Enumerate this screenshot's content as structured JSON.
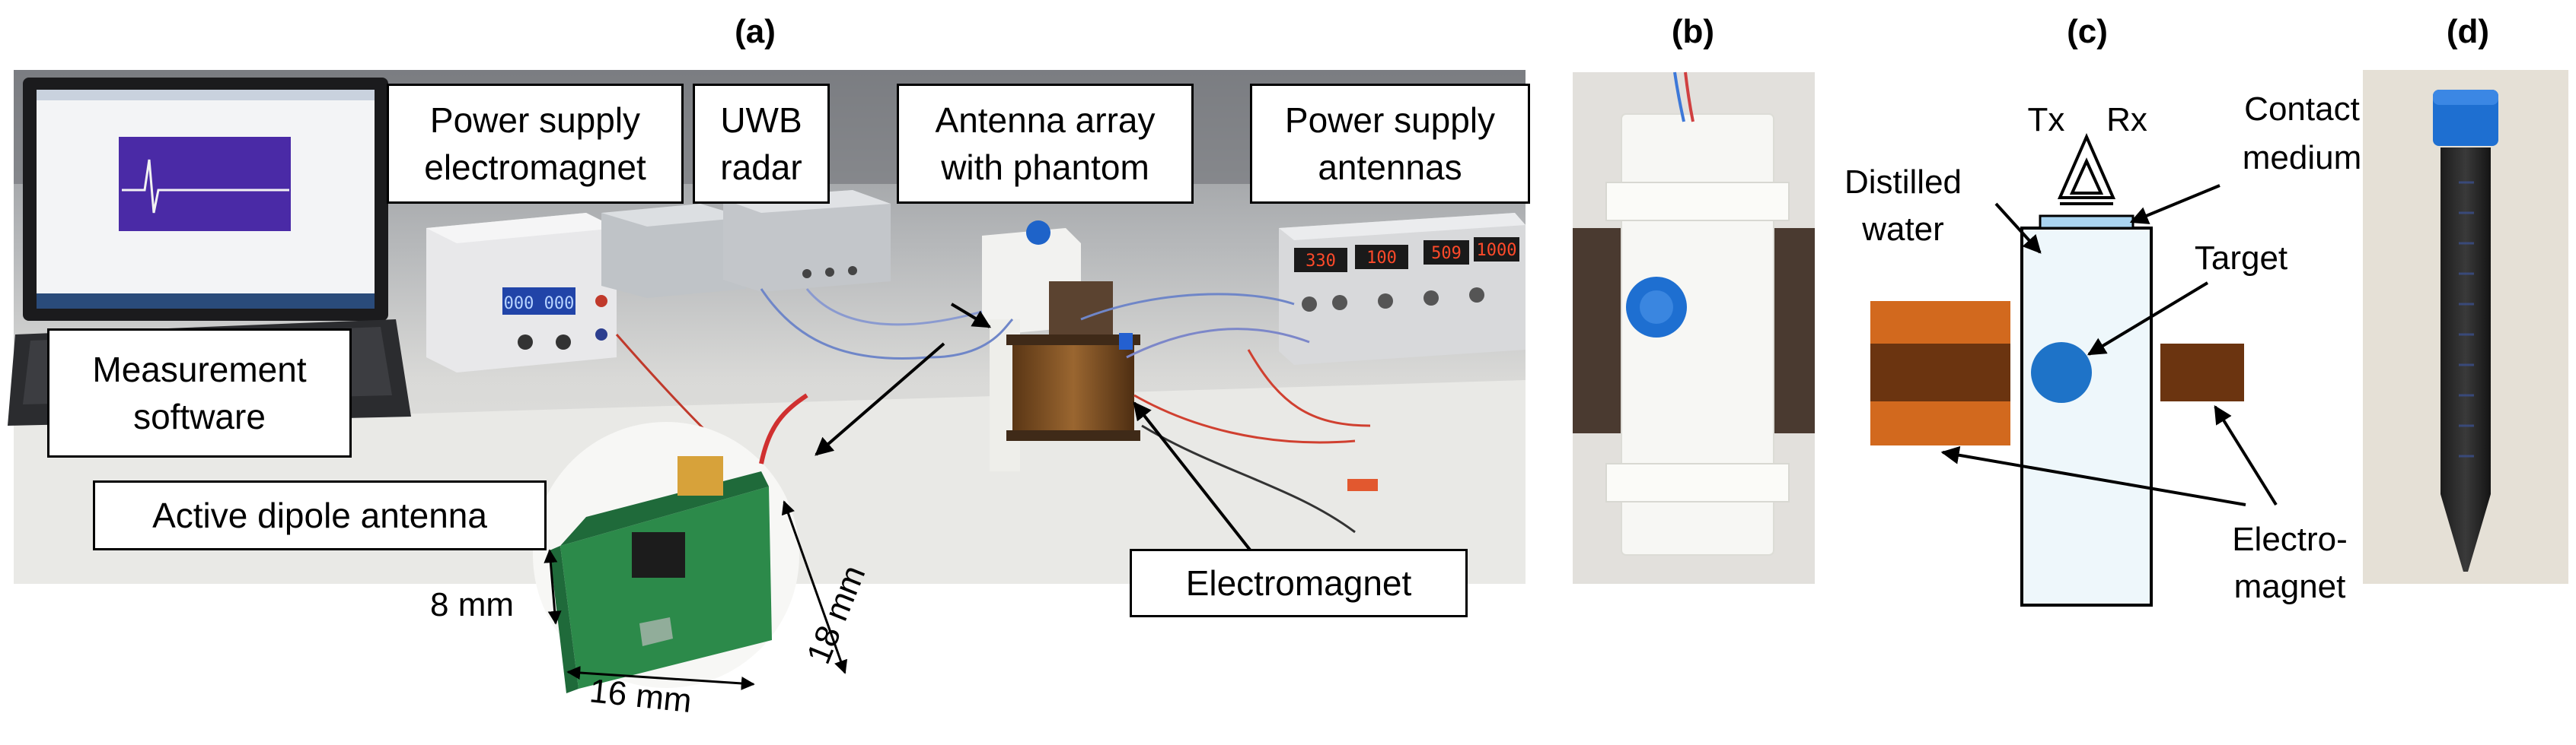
{
  "panels": {
    "a": {
      "label": "(a)"
    },
    "b": {
      "label": "(b)"
    },
    "c": {
      "label": "(c)"
    },
    "d": {
      "label": "(d)"
    }
  },
  "callouts": {
    "power_supply_electromagnet": {
      "line1": "Power supply",
      "line2": "electromagnet"
    },
    "uwb_radar": {
      "line1": "UWB",
      "line2": "radar"
    },
    "antenna_array": {
      "line1": "Antenna array",
      "line2": "with phantom"
    },
    "power_supply_antennas": {
      "line1": "Power supply",
      "line2": "antennas"
    },
    "measurement_software": {
      "line1": "Measurement",
      "line2": "software"
    },
    "active_dipole": {
      "text": "Active dipole antenna"
    },
    "electromagnet": {
      "text": "Electromagnet"
    }
  },
  "dimensions": {
    "height": "8 mm",
    "width": "16 mm",
    "depth": "18 mm"
  },
  "schematic": {
    "tx": "Tx",
    "rx": "Rx",
    "contact_medium": {
      "line1": "Contact",
      "line2": "medium"
    },
    "distilled_water": {
      "line1": "Distilled",
      "line2": "water"
    },
    "target": "Target",
    "electromagnet": {
      "line1": "Electro-",
      "line2": "magnet"
    }
  },
  "colors": {
    "magnet_orange": "#d2691e",
    "magnet_dark": "#6b3410",
    "target_blue": "#1e73c8",
    "tank_fill": "#eef7fb",
    "contact_blue": "#a9d4f0",
    "pcb_green": "#1f6a3a",
    "cap_blue": "#1e6fd1"
  }
}
